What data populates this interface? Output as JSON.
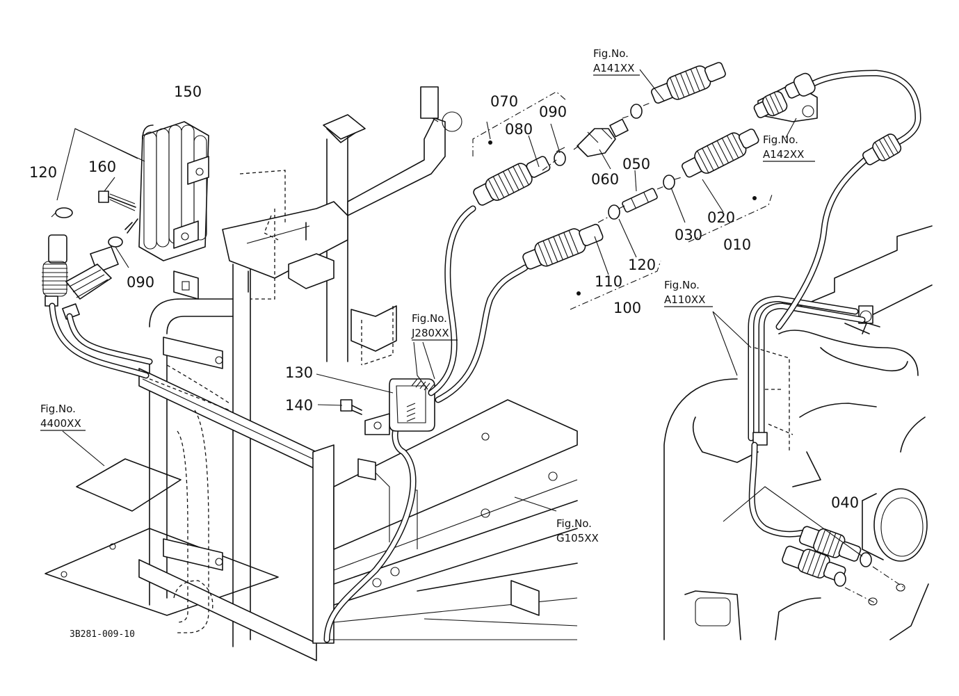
{
  "diagram_id": "3B281-009-10",
  "callouts": [
    {
      "id": "150",
      "label": "150"
    },
    {
      "id": "160",
      "label": "160"
    },
    {
      "id": "120a",
      "label": "120"
    },
    {
      "id": "090a",
      "label": "090"
    },
    {
      "id": "070",
      "label": "070"
    },
    {
      "id": "080",
      "label": "080"
    },
    {
      "id": "090b",
      "label": "090"
    },
    {
      "id": "060",
      "label": "060"
    },
    {
      "id": "050",
      "label": "050"
    },
    {
      "id": "020",
      "label": "020"
    },
    {
      "id": "030",
      "label": "030"
    },
    {
      "id": "010",
      "label": "010"
    },
    {
      "id": "120b",
      "label": "120"
    },
    {
      "id": "110",
      "label": "110"
    },
    {
      "id": "100",
      "label": "100"
    },
    {
      "id": "130",
      "label": "130"
    },
    {
      "id": "140",
      "label": "140"
    },
    {
      "id": "040",
      "label": "040"
    }
  ],
  "figure_refs": [
    {
      "id": "a141",
      "prefix": "Fig.No.",
      "code": "A141XX"
    },
    {
      "id": "a142",
      "prefix": "Fig.No.",
      "code": "A142XX"
    },
    {
      "id": "a110",
      "prefix": "Fig.No.",
      "code": "A110XX"
    },
    {
      "id": "j280",
      "prefix": "Fig.No.",
      "code": "J280XX"
    },
    {
      "id": "4400",
      "prefix": "Fig.No.",
      "code": "4400XX"
    },
    {
      "id": "g105",
      "prefix": "Fig.No.",
      "code": "G105XX"
    }
  ]
}
